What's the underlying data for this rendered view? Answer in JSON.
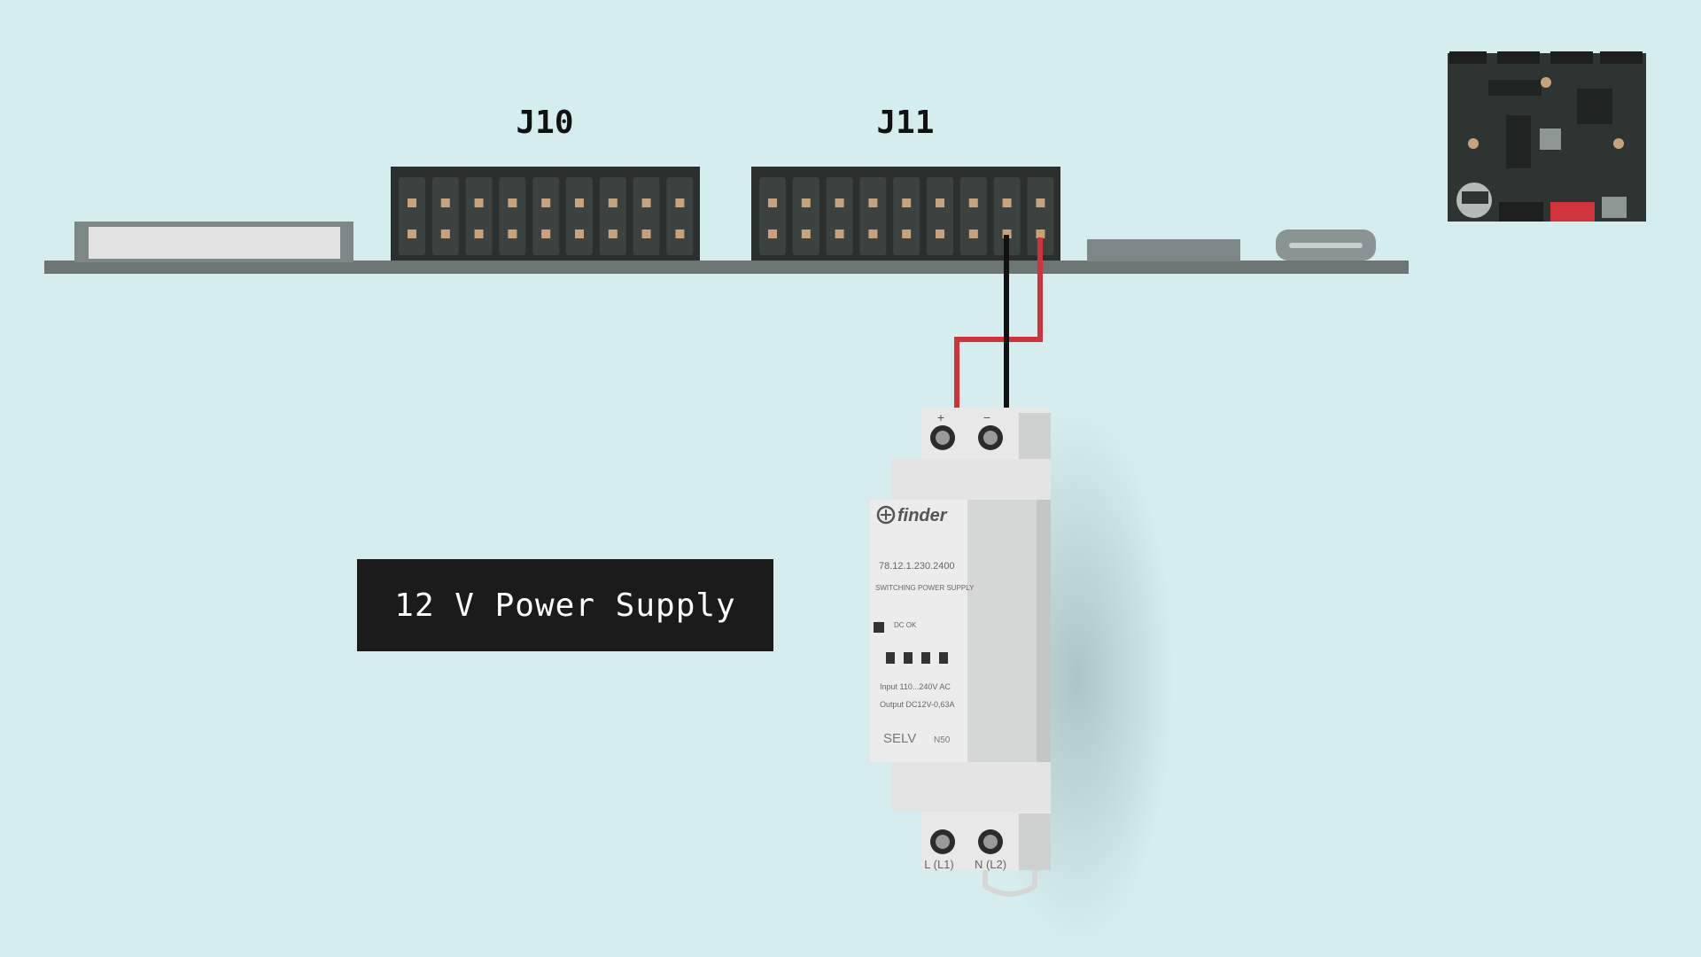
{
  "connectors": {
    "j10": {
      "label": "J10",
      "pins": 9
    },
    "j11": {
      "label": "J11",
      "pins": 9
    }
  },
  "power_supply": {
    "caption": "12 V Power Supply",
    "brand": "finder",
    "model": "78.12.1.230.2400",
    "type": "SWITCHING POWER SUPPLY",
    "status": "DC OK",
    "input": "Input 110...240V AC",
    "output": "Output DC12V-0,63A",
    "selv": "SELV",
    "code": "N50",
    "terminal_plus": "+",
    "terminal_minus": "−",
    "terminal_l": "L (L1)",
    "terminal_n": "N (L2)"
  },
  "colors": {
    "background": "#d6edf0",
    "board": "#6b7573",
    "connector": "#2b302e",
    "pin": "#c9a27a",
    "wire_positive": "#d0343a",
    "wire_negative": "#111111",
    "psu_body": "#e6e7e6"
  }
}
